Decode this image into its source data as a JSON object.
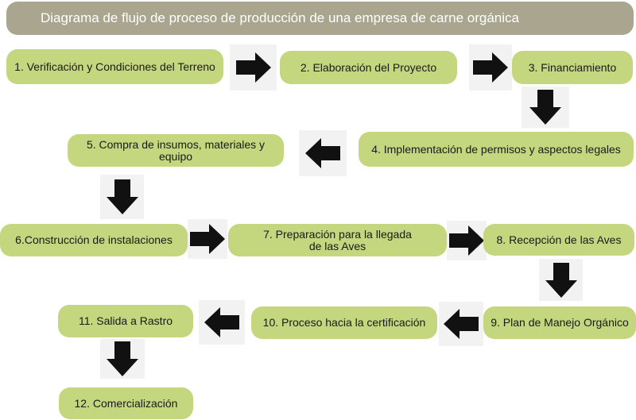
{
  "title": "Diagrama de flujo de proceso de producción de una empresa de carne orgánica",
  "colors": {
    "title_bg": "#a9a58e",
    "step_bg": "#c4d67e",
    "arrow": "#111111",
    "arrow_bg": "#f2f2f2"
  },
  "steps": [
    {
      "label": "1. Verificación y Condiciones del Terreno"
    },
    {
      "label": "2. Elaboración del Proyecto"
    },
    {
      "label": "3. Financiamiento"
    },
    {
      "label": "4. Implementación de permisos y aspectos legales"
    },
    {
      "label": "5. Compra de insumos, materiales y equipo"
    },
    {
      "label": "6.Construcción de instalaciones"
    },
    {
      "label": "7. Preparación para la llegada de las Aves"
    },
    {
      "label": "8. Recepción de las Aves"
    },
    {
      "label": "9. Plan de Manejo Orgánico"
    },
    {
      "label": "10. Proceso hacia la certificación"
    },
    {
      "label": "11. Salida a Rastro"
    },
    {
      "label": "12. Comercialización"
    }
  ],
  "arrows": [
    {
      "direction": "right"
    },
    {
      "direction": "right"
    },
    {
      "direction": "down"
    },
    {
      "direction": "left"
    },
    {
      "direction": "down"
    },
    {
      "direction": "right"
    },
    {
      "direction": "right"
    },
    {
      "direction": "down"
    },
    {
      "direction": "left"
    },
    {
      "direction": "left"
    },
    {
      "direction": "down"
    }
  ]
}
